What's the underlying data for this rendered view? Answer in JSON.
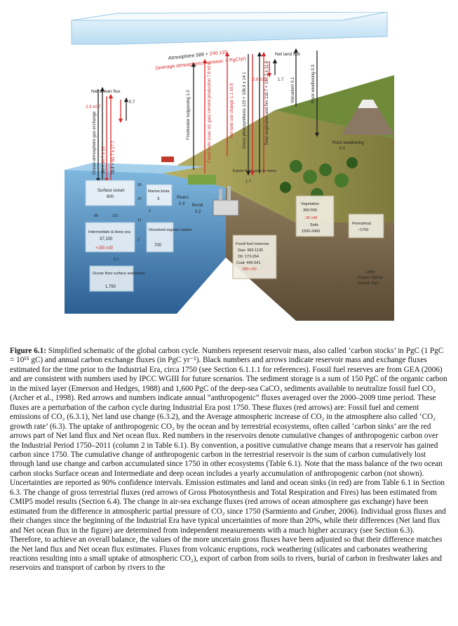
{
  "figure": {
    "atmosphere": {
      "label": "Atmosphere 589 + ",
      "delta": "240 ±10",
      "note": "(average atmospheric increase: 4 PgC/yr)"
    },
    "net_ocean_flux": {
      "label": "Net ocean flux",
      "black": "0.7",
      "red": "2.3 ±0.7"
    },
    "gas_exchange": {
      "label": "Ocean-atmosphere gas exchange",
      "black": "80 + ",
      "red": "60.7 ± 20",
      "black2": "78.4 + ",
      "red2": "60.7 ± 17.7"
    },
    "fluxes": {
      "freshwater": "Freshwater outgassing 1.0",
      "fossil": "Fossil fuels (coal, oil, gas) cement production 7.8 ±0.6",
      "land_use": "Net land use change 1.1 ±0.8",
      "gross_photo": "Gross photosynthesis 123 + 106.9 ± 14.1",
      "total_resp": "Total respiration and fire 118.7 + 107.2 ± 11.6",
      "net_land": "Net land flux",
      "net_land_red": "2.6 ±1.2",
      "net_land_black": "1.7",
      "volcanism": "Volcanism 0.1",
      "rock_weathering_flux": "Rock weathering 0.3"
    },
    "rock_weathering": {
      "label": "Rock weathering",
      "value": "0.1"
    },
    "export": {
      "label": "Export from soils to rivers",
      "value": "1.7"
    },
    "surface_ocean": {
      "label": "Surface ocean",
      "value": "900"
    },
    "marine_biota": {
      "label": "Marine biota",
      "value": "3"
    },
    "ocean_arrows": {
      "a": "50",
      "b": "37",
      "c": "2",
      "d": "11",
      "e": "90",
      "f": "101",
      "g": "2",
      "h": "0.2"
    },
    "intermediate": {
      "label": "Intermediate & deep sea",
      "value": "37,100",
      "red": "+155 ±30"
    },
    "dissolved": {
      "label": "Dissolved organic carbon",
      "value": "700"
    },
    "seafloor": {
      "label": "Ocean floor surface sediments",
      "value": "1,750"
    },
    "rivers": {
      "label": "Rivers",
      "value": "0.9"
    },
    "burial": {
      "label": "Burial",
      "value": "0.2"
    },
    "vegetation": {
      "label": "Vegetation",
      "value": "350-550",
      "red": "-30 ±45"
    },
    "soils": {
      "label": "Soils",
      "value": "1500-2400"
    },
    "permafrost": {
      "label": "Permafrost",
      "value": "~1700"
    },
    "fossil_reserves": {
      "label": "Fossil fuel reserves",
      "gas": "Gas: 383-1135",
      "oil": "Oil: 173-264",
      "coal": "Coal: 446-541",
      "red": "-365 ±30"
    },
    "units": {
      "title": "Units",
      "fluxes": "Fluxes: PgC/yr",
      "stocks": "Stocks: PgC"
    }
  },
  "caption": {
    "label": "Figure 6.1:",
    "text": "Simplified schematic of the global carbon cycle. Numbers represent reservoir mass, also called ‘carbon stocks’ in PgC (1 PgC = 10¹⁵ gC) and annual carbon exchange fluxes (in PgC yr⁻¹). Black numbers and arrows indicate reservoir mass and exchange fluxes estimated for the time prior to the Industrial Era, circa 1750 (see Section 6.1.1.1 for references). Fossil fuel reserves are from GEA (2006) and are consistent with numbers used by IPCC WGIII for future scenarios. The sediment storage is a sum of 150 PgC of the organic carbon in the mixed layer (Emerson and Hedges, 1988) and 1,600 PgC of the deep-sea CaCO₃ sediments available to neutralize fossil fuel CO₂ (Archer et al., 1998). Red arrows and numbers indicate annual “anthropogenic” fluxes averaged over the 2000–2009 time period. These fluxes are a perturbation of the carbon cycle during Industrial Era post 1750. These fluxes (red arrows) are: Fossil fuel and cement emissions of CO₂ (6.3.1), Net land use change (6.3.2), and the Average atmospheric increase of CO₂ in the atmosphere also called ‘CO₂ growth rate’ (6.3). The uptake of anthropogenic CO₂ by the ocean and by terrestrial ecosystems, often called ‘carbon sinks’ are the red arrows part of Net land flux and Net ocean flux. Red numbers in the reservoirs denote cumulative changes of anthropogenic carbon over the Industrial Period 1750–2011 (column 2 in Table 6.1). By convention, a positive cumulative change means that a reservoir has gained carbon since 1750. The cumulative change of anthropogenic carbon in the terrestrial reservoir is the sum of carbon cumulatively lost through land use change and carbon accumulated since 1750 in other ecosystems (Table 6.1). Note that the mass balance of the two ocean carbon stocks Surface ocean and Intermediate and deep ocean includes a yearly accumulation of anthropogenic carbon (not shown). Uncertainties are reported as 90% confidence intervals. Emission estimates and land and ocean sinks (in red) are from Table 6.1 in Section 6.3. The change of gross terrestrial fluxes (red arrows of Gross Photosynthesis and Total Respiration and Fires) has been estimated from CMIP5 model results (Section 6.4). The change in air-sea exchange fluxes (red arrows of ocean atmosphere gas exchange) have been estimated from the difference in atmospheric partial pressure of CO₂ since 1750 (Sarmiento and Gruber, 2006). Individual gross fluxes and their changes since the beginning of the Industrial Era have typical uncertainties of more than 20%, while their differences (Net land flux and Net ocean flux in the figure) are determined from independent measurements with a much higher accuracy (see Section 6.3). Therefore, to achieve an overall balance, the values of the more uncertain gross fluxes have been adjusted so that their difference matches the Net land flux and Net ocean flux estimates. Fluxes from volcanic eruptions, rock weathering (silicates and carbonates weathering reactions resulting into a small uptake of atmospheric CO₂), export of carbon from soils to rivers, burial of carbon in freshwater lakes and reservoirs and transport of carbon by rivers to the"
  }
}
